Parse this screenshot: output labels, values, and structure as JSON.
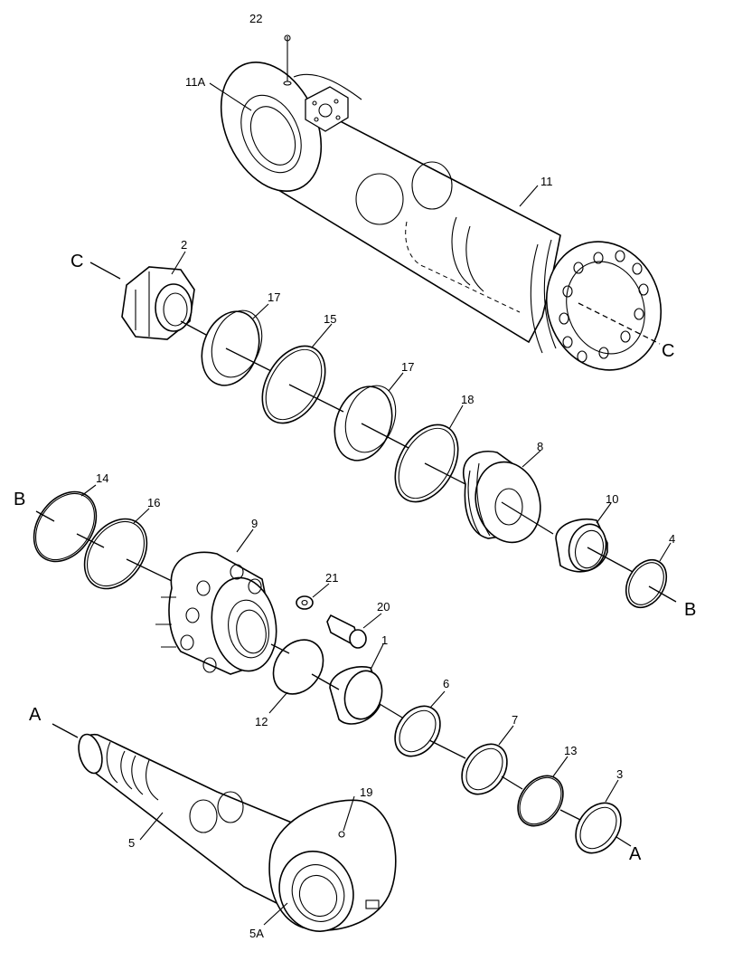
{
  "labels": {
    "p22": "22",
    "p11a": "11A",
    "p11": "11",
    "p2": "2",
    "p17a": "17",
    "p15": "15",
    "p17b": "17",
    "p18": "18",
    "p8": "8",
    "p10": "10",
    "p4": "4",
    "p14": "14",
    "p16": "16",
    "p9": "9",
    "p21": "21",
    "p20": "20",
    "p1": "1",
    "p12": "12",
    "p6": "6",
    "p7": "7",
    "p13": "13",
    "p3": "3",
    "p19": "19",
    "p5": "5",
    "p5a": "5A"
  },
  "refs": {
    "c_left": "C",
    "c_right": "C",
    "b_left": "B",
    "b_right": "B",
    "a_left": "A",
    "a_right": "A"
  }
}
